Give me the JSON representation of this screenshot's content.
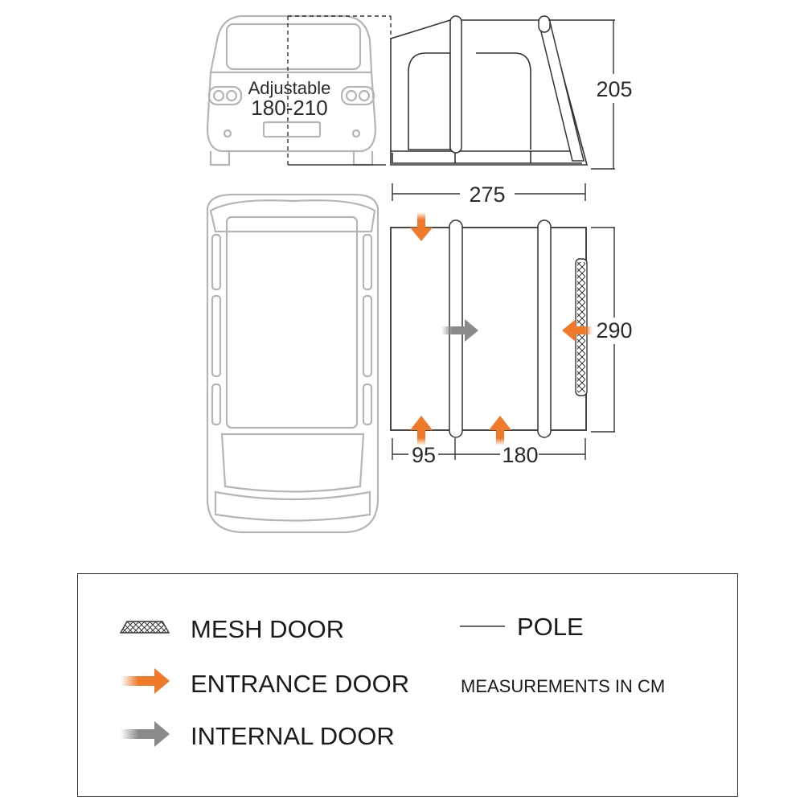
{
  "dimensions": {
    "height": "205",
    "width": "275",
    "depth": "290",
    "left_bay": "95",
    "right_bay": "180",
    "adjustable_label": "Adjustable",
    "adjustable_range": "180-210"
  },
  "legend": {
    "mesh_door": "MESH DOOR",
    "entrance_door": "ENTRANCE DOOR",
    "internal_door": "INTERNAL DOOR",
    "pole": "POLE",
    "measurements": "MEASUREMENTS IN CM"
  },
  "colors": {
    "entrance_arrow": "#f07a2a",
    "internal_arrow": "#8a8a8a",
    "vehicle_outline": "#b5b5b5",
    "line": "#333333"
  },
  "icons": {
    "mesh_door": "mesh-door-icon",
    "entrance_door": "entrance-arrow-icon",
    "internal_door": "internal-arrow-icon",
    "pole": "pole-line-icon"
  }
}
